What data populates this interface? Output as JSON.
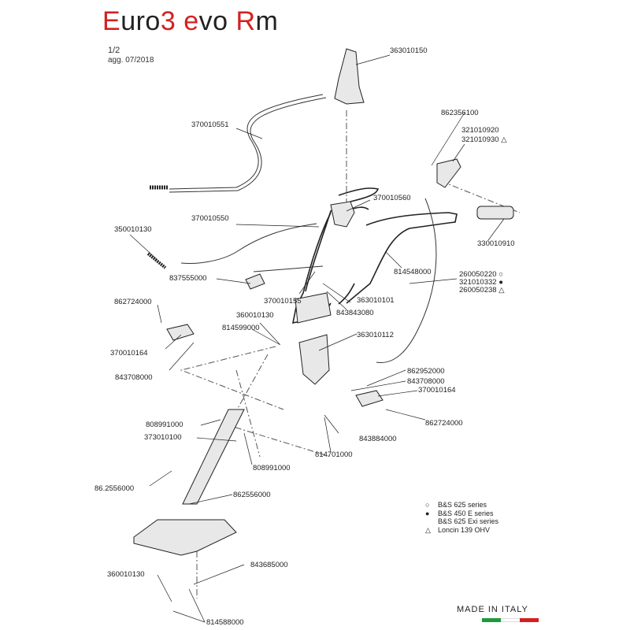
{
  "title": {
    "part1": "E",
    "part2": "uro",
    "part3": "3",
    "part4": "e",
    "part5": "vo ",
    "part6": "R",
    "part7": "m"
  },
  "page": "1/2",
  "updated": "agg. 07/2018",
  "parts": [
    "363010150",
    "370010551",
    "862356100",
    "321010920",
    "321010930 △",
    "370010560",
    "370010550",
    "350010130",
    "330010910",
    "814548000",
    "837555000",
    "260050220 ○",
    "321010332 ●",
    "260050238 △",
    "370010155",
    "363010101",
    "862724000",
    "360010130",
    "843843080",
    "814599000",
    "363010112",
    "370010164",
    "843708000",
    "862952000",
    "843708000",
    "370010164",
    "808991000",
    "373010100",
    "862724000",
    "843884000",
    "814701000",
    "808991000",
    "86.2556000",
    "862556000",
    "843685000",
    "360010130",
    "814588000"
  ],
  "legend": [
    {
      "symbol": "○",
      "text": "B&S 625 series"
    },
    {
      "symbol": "●",
      "text": "B&S 450 E series"
    },
    {
      "symbol": "",
      "text": "B&S 625 Exi series"
    },
    {
      "symbol": "△",
      "text": "Loncin 139 OHV"
    }
  ],
  "made_in": "MADE IN ITALY",
  "colors": {
    "brand_red": "#d42020",
    "flag_green": "#1e9a3c",
    "flag_white": "#ffffff",
    "flag_red": "#d42020"
  }
}
